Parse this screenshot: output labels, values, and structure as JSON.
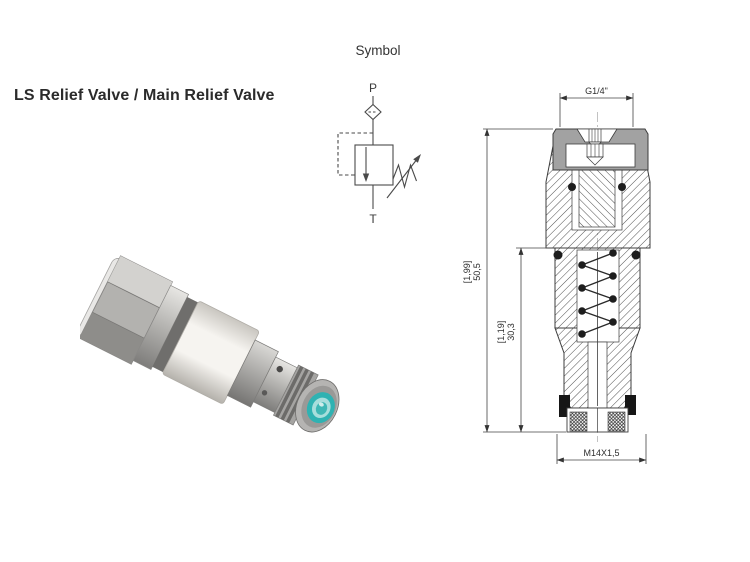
{
  "page": {
    "title": "LS Relief Valve / Main Relief Valve",
    "background": "#ffffff"
  },
  "symbol_figure": {
    "heading": "Symbol",
    "port_top": "P",
    "port_bottom": "T",
    "icon_names": [
      "orifice-diamond-icon",
      "relief-valve-box",
      "flow-arrow-icon",
      "spring-icon",
      "adjustment-arrow-icon",
      "pilot-line-dashed"
    ]
  },
  "section_drawing": {
    "port_thread_label": "G1/4\"",
    "overall_length_inch": "[1,99]",
    "overall_length_mm": "50,5",
    "body_length_inch": "[1,19]",
    "body_length_mm": "30,3",
    "mount_thread_label": "M14X1,5",
    "cap_color": "#a2a2a2",
    "line_color": "#3c3c3c"
  },
  "product_view": {
    "seal_color": "#2fb2b2",
    "body_color": "#f6f4f0",
    "metal_color": "#b3b2af"
  }
}
